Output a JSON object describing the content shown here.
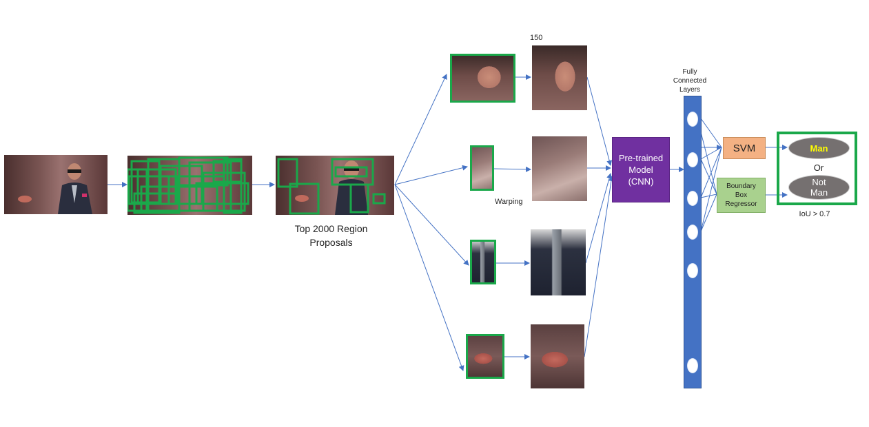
{
  "labels": {
    "top_proposals": "Top 2000 Region Proposals",
    "warping": "Warping",
    "size_width": "150",
    "size_height": "150",
    "fc_layers": "Fully Connected Layers",
    "cnn_box": "Pre-trained Model (CNN)",
    "svm": "SVM",
    "bbox_regressor": "Boundary Box Regressor",
    "class_man": "Man",
    "or": "Or",
    "class_not_man": "Not Man",
    "iou": "IoU > 0.7"
  },
  "colors": {
    "arrow": "#4472c4",
    "proposal_box": "#1aa84a",
    "cnn_box": "#7030a0",
    "svm_box": "#f4b183",
    "bbox_regressor": "#a9d18e",
    "fc_bar": "#4472c4",
    "ellipse": "#757070",
    "man_text": "#ffff00",
    "output_frame": "#1aa84a"
  },
  "icons": {
    "input_image": "person-photo",
    "crops": [
      "face-crop",
      "skin-crop",
      "tie-crop",
      "hand-crop"
    ]
  }
}
